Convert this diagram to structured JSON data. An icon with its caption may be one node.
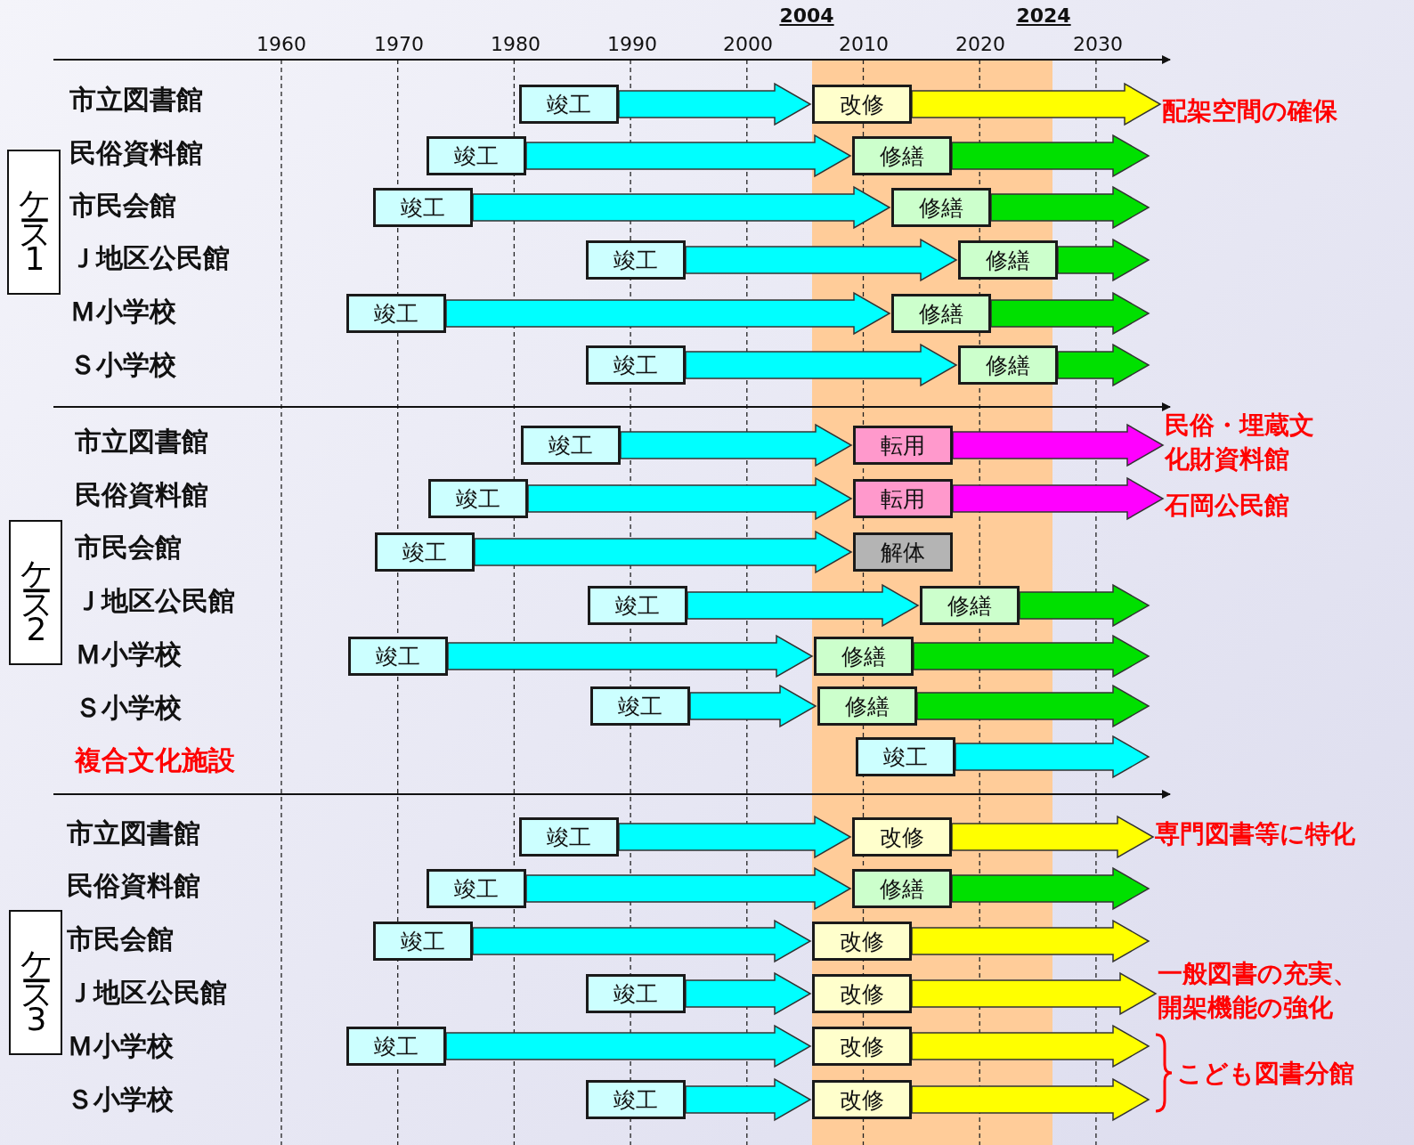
{
  "diagram": {
    "nodes": [
      {
        "text": [
          "ケース1"
        ]
      },
      {
        "text": [
          "竣工"
        ]
      },
      {
        "text": [
          "改修"
        ]
      },
      {
        "text": [
          "配架空間の確保"
        ]
      },
      {
        "text": [
          "竣工"
        ]
      },
      {
        "text": [
          "修繕"
        ]
      },
      {
        "text": [
          "竣工"
        ]
      },
      {
        "text": [
          "修繕"
        ]
      },
      {
        "text": [
          "竣工"
        ]
      },
      {
        "text": [
          "修繕"
        ]
      },
      {
        "text": [
          "竣工"
        ]
      },
      {
        "text": [
          "修繕"
        ]
      },
      {
        "text": [
          "竣工"
        ]
      },
      {
        "text": [
          "修繕"
        ]
      },
      {
        "text": [
          "ケース2"
        ]
      },
      {
        "text": [
          "竣工"
        ]
      },
      {
        "text": [
          "転用"
        ]
      },
      {
        "text": [
          "民俗・埋蔵文化財資料館"
        ]
      },
      {
        "text": [
          "竣工"
        ]
      },
      {
        "text": [
          "転用"
        ]
      },
      {
        "text": [
          "石岡公民館"
        ]
      },
      {
        "text": [
          "竣工"
        ]
      },
      {
        "text": [
          "解体"
        ]
      },
      {
        "text": [
          "竣工"
        ]
      },
      {
        "text": [
          "修繕"
        ]
      },
      {
        "text": [
          "竣工"
        ]
      },
      {
        "text": [
          "修繕"
        ]
      },
      {
        "text": [
          "竣工"
        ]
      },
      {
        "text": [
          "修繕"
        ]
      },
      {
        "text": [
          "竣工"
        ]
      },
      {
        "text": [
          "ケース3"
        ]
      },
      {
        "text": [
          "竣工"
        ]
      },
      {
        "text": [
          "改修"
        ]
      },
      {
        "text": [
          "専門図書等に特化"
        ]
      },
      {
        "text": [
          "竣工"
        ]
      },
      {
        "text": [
          "修繕"
        ]
      },
      {
        "text": [
          "竣工"
        ]
      },
      {
        "text": [
          "改修"
        ]
      },
      {
        "text": [
          "竣工"
        ]
      },
      {
        "text": [
          "改修"
        ]
      },
      {
        "text": [
          "一般図書の充実、開架機能の強化"
        ]
      },
      {
        "text": [
          "竣工"
        ]
      },
      {
        "text": [
          "改修"
        ]
      },
      {
        "text": [
          "竣工"
        ]
      },
      {
        "text": [
          "改修"
        ]
      }
    ],
    "edges": [
      {
        "from": 1,
        "to": 2,
        "arrow": "to"
      },
      {
        "from": 2,
        "to": 3,
        "arrow": "to",
        "color": "#ffff00"
      },
      {
        "from": 4,
        "to": 5,
        "arrow": "to"
      },
      {
        "from": 5,
        "to": null,
        "arrow": "to",
        "color": "#00e000"
      },
      {
        "from": 6,
        "to": 7,
        "arrow": "to"
      },
      {
        "from": 7,
        "to": null,
        "arrow": "to",
        "color": "#00e000"
      },
      {
        "from": 8,
        "to": 9,
        "arrow": "to"
      },
      {
        "from": 9,
        "to": null,
        "arrow": "to",
        "color": "#00e000"
      },
      {
        "from": 10,
        "to": 11,
        "arrow": "to"
      },
      {
        "from": 11,
        "to": null,
        "arrow": "to",
        "color": "#00e000"
      },
      {
        "from": 12,
        "to": 13,
        "arrow": "to"
      },
      {
        "from": 13,
        "to": null,
        "arrow": "to",
        "color": "#00e000"
      },
      {
        "from": 15,
        "to": 16,
        "arrow": "to"
      },
      {
        "from": 16,
        "to": 17,
        "arrow": "to",
        "color": "#ff00ff"
      },
      {
        "from": 18,
        "to": 19,
        "arrow": "to"
      },
      {
        "from": 19,
        "to": 20,
        "arrow": "to",
        "color": "#ff00ff"
      },
      {
        "from": 21,
        "to": 22,
        "arrow": "to"
      },
      {
        "from": 23,
        "to": 24,
        "arrow": "to"
      },
      {
        "from": 24,
        "to": null,
        "arrow": "to",
        "color": "#00e000"
      },
      {
        "from": 25,
        "to": 26,
        "arrow": "to"
      },
      {
        "from": 26,
        "to": null,
        "arrow": "to",
        "color": "#00e000"
      },
      {
        "from": 27,
        "to": 28,
        "arrow": "to"
      },
      {
        "from": 28,
        "to": null,
        "arrow": "to",
        "color": "#00e000"
      },
      {
        "from": 29,
        "to": null,
        "arrow": "to"
      },
      {
        "from": 31,
        "to": 32,
        "arrow": "to"
      },
      {
        "from": 32,
        "to": 33,
        "arrow": "to",
        "color": "#ffff00"
      },
      {
        "from": 34,
        "to": 35,
        "arrow": "to"
      },
      {
        "from": 35,
        "to": null,
        "arrow": "to",
        "color": "#00e000"
      },
      {
        "from": 36,
        "to": 37,
        "arrow": "to"
      },
      {
        "from": 37,
        "to": null,
        "arrow": "to",
        "color": "#ffff00"
      },
      {
        "from": 38,
        "to": 39,
        "arrow": "to"
      },
      {
        "from": 39,
        "to": 40,
        "arrow": "to",
        "color": "#ffff00"
      },
      {
        "from": 41,
        "to": 42,
        "arrow": "to"
      },
      {
        "from": 42,
        "to": null,
        "arrow": "to",
        "color": "#ffff00"
      },
      {
        "from": 43,
        "to": 44,
        "arrow": "to"
      },
      {
        "from": 44,
        "to": null,
        "arrow": "to",
        "color": "#ffff00"
      }
    ],
    "labels": [
      "2004",
      "2024",
      "1960",
      "1970",
      "1980",
      "1990",
      "2000",
      "2010",
      "2020",
      "2030",
      "市立図書館",
      "民俗資料館",
      "市民会館",
      "Ｊ地区公民館",
      "Ｍ小学校",
      "Ｓ小学校",
      "市立図書館",
      "民俗資料館",
      "市民会館",
      "Ｊ地区公民館",
      "Ｍ小学校",
      "Ｓ小学校",
      "複合文化施設",
      "市立図書館",
      "民俗資料館",
      "市民会館",
      "Ｊ地区公民館",
      "Ｍ小学校",
      "Ｓ小学校",
      "こども図書分館"
    ]
  }
}
